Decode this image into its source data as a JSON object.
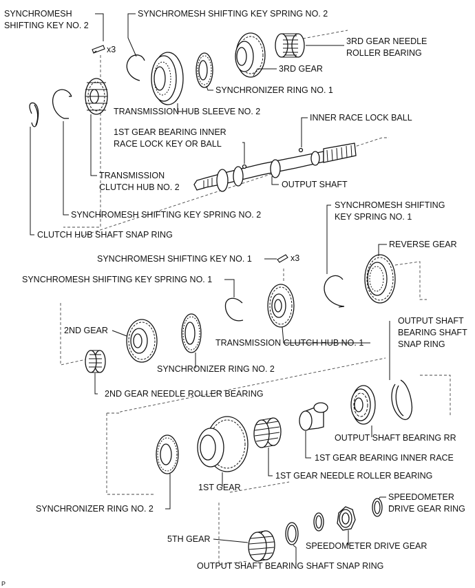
{
  "labels": {
    "key2_l1": "SYNCHROMESH",
    "key2_l2": "SHIFTING KEY NO. 2",
    "x3_top": "x3",
    "spring2_top": "SYNCHROMESH SHIFTING KEY SPRING NO. 2",
    "needle3_l1": "3RD GEAR NEEDLE",
    "needle3_l2": "ROLLER BEARING",
    "gear3": "3RD GEAR",
    "ring1": "SYNCHRONIZER RING NO. 1",
    "sleeve2": "TRANSMISSION HUB SLEEVE NO. 2",
    "lockball": "INNER RACE LOCK BALL",
    "lockkey_l1": "1ST GEAR BEARING INNER",
    "lockkey_l2": "RACE LOCK KEY OR BALL",
    "hub2_l1": "TRANSMISSION",
    "hub2_l2": "CLUTCH HUB NO. 2",
    "output_shaft": "OUTPUT SHAFT",
    "spring2_mid": "SYNCHROMESH SHIFTING KEY SPRING NO. 2",
    "clutch_snap": "CLUTCH HUB SHAFT SNAP RING",
    "spring1_r_l1": "SYNCHROMESH SHIFTING",
    "spring1_r_l2": "KEY SPRING NO. 1",
    "reverse": "REVERSE GEAR",
    "key1": "SYNCHROMESH SHIFTING KEY NO. 1",
    "x3_mid": "x3",
    "spring1_l": "SYNCHROMESH SHIFTING KEY SPRING NO. 1",
    "snap_r_l1": "OUTPUT SHAFT",
    "snap_r_l2": "BEARING SHAFT",
    "snap_r_l3": "SNAP RING",
    "gear2": "2ND GEAR",
    "hub1": "TRANSMISSION CLUTCH HUB NO. 1",
    "ring2_a": "SYNCHRONIZER RING NO. 2",
    "needle2": "2ND GEAR NEEDLE ROLLER BEARING",
    "bearing_rr": "OUTPUT SHAFT BEARING RR",
    "inner_race": "1ST GEAR BEARING INNER RACE",
    "needle1": "1ST GEAR NEEDLE ROLLER BEARING",
    "gear1": "1ST GEAR",
    "ring2_b": "SYNCHRONIZER RING NO. 2",
    "speedo_ring_l1": "SPEEDOMETER",
    "speedo_ring_l2": "DRIVE GEAR RING",
    "gear5": "5TH GEAR",
    "speedo_gear": "SPEEDOMETER DRIVE GEAR",
    "snap_bottom": "OUTPUT SHAFT BEARING SHAFT SNAP RING",
    "corner": "P"
  },
  "icons": [
    "snap-ring-icon",
    "gear-icon",
    "needle-bearing-icon",
    "shaft-icon",
    "key-icon",
    "ball-bearing-icon"
  ],
  "colors": {
    "ink": "#111111",
    "paper": "#ffffff"
  }
}
